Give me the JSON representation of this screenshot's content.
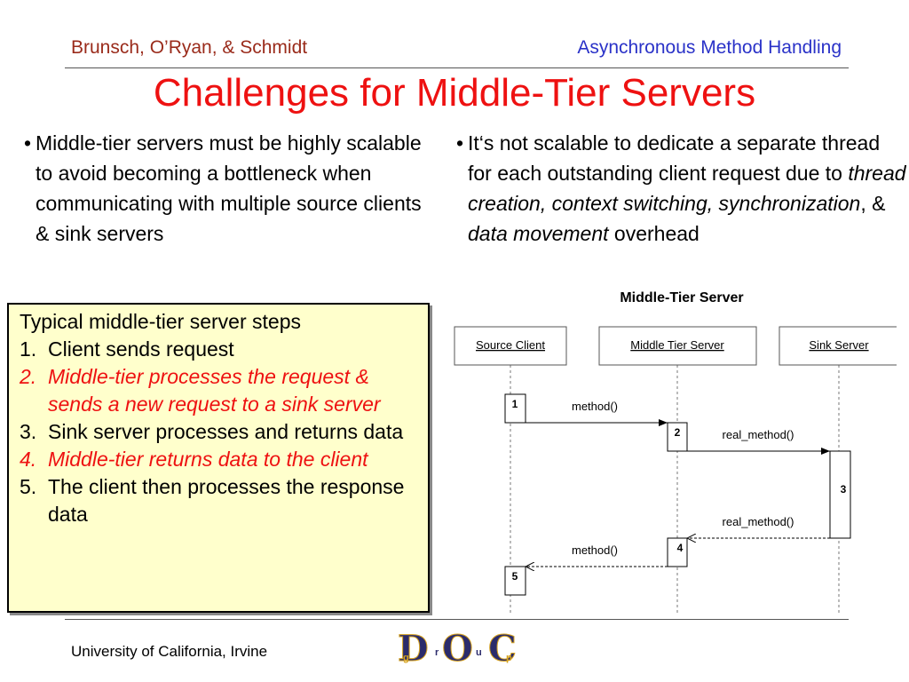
{
  "header": {
    "authors": "Brunsch, O’Ryan, & Schmidt",
    "topic": "Asynchronous Method Handling"
  },
  "title": "Challenges for Middle-Tier Servers",
  "left_bullet": {
    "marker": "•",
    "text": "Middle-tier servers must be highly scalable to avoid becoming a bottleneck when communicating with multiple source clients & sink servers"
  },
  "right_bullet": {
    "marker": "•",
    "part1": "It‘s not scalable to dedicate a separate thread for each outstanding client request due to ",
    "italic1": "thread creation, context switching, synchronization",
    "part2": ", & ",
    "italic2": "data movement",
    "part3": " overhead"
  },
  "steps_box": {
    "title": "Typical middle-tier server steps",
    "steps": [
      {
        "num": "1.",
        "text": "Client sends request",
        "emphasis": false
      },
      {
        "num": "2.",
        "text": "Middle-tier processes the request & sends a new request to a sink server",
        "emphasis": true
      },
      {
        "num": "3.",
        "text": "Sink server processes and returns data",
        "emphasis": false
      },
      {
        "num": "4.",
        "text": "Middle-tier returns data to the client",
        "emphasis": true
      },
      {
        "num": "5.",
        "text": "The client then processes the response data",
        "emphasis": false
      }
    ]
  },
  "diagram": {
    "title": "Middle-Tier Server",
    "actors": [
      "Source Client",
      "Middle Tier Server",
      "Sink Server"
    ],
    "activations": [
      "1",
      "2",
      "3",
      "4",
      "5"
    ],
    "messages": [
      "method()",
      "real_method()",
      "real_method()",
      "method()"
    ]
  },
  "footer": {
    "university": "University of California, Irvine",
    "logo_letters": [
      "D",
      "O",
      "C"
    ],
    "logo_small": [
      "g",
      "r",
      "u",
      "p"
    ]
  },
  "colors": {
    "title": "#ee1111",
    "authors": "#9a2b1b",
    "topic": "#2a32c8",
    "box_fill": "#ffffcc",
    "logo_dark": "#2b2b6b",
    "logo_gold": "#d6a21e"
  }
}
